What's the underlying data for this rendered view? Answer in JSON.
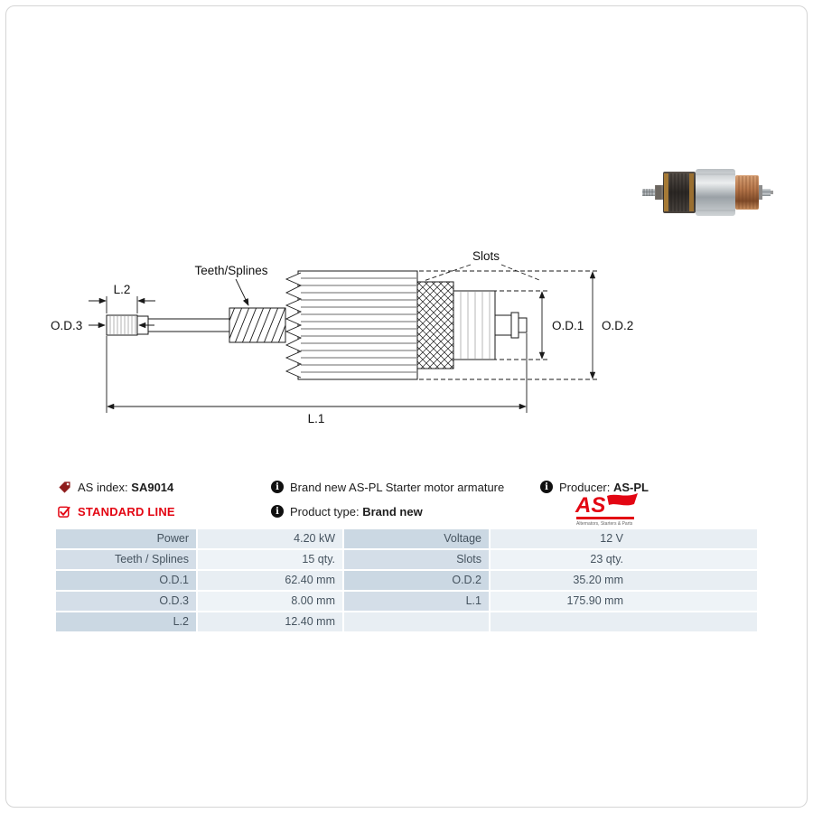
{
  "product": {
    "as_index_label": "AS index:",
    "as_index_value": "SA9014",
    "standard_line": "STANDARD LINE",
    "description": "Brand new AS-PL Starter motor armature",
    "product_type_label": "Product type:",
    "product_type_value": "Brand new",
    "producer_label": "Producer:",
    "producer_value": "AS-PL"
  },
  "icons": {
    "info_glyph": "i"
  },
  "logo": {
    "text": "AS",
    "tagline": "Alternators, Starters & Parts"
  },
  "diagram": {
    "slots": "Slots",
    "teeth_splines": "Teeth/Splines",
    "l2": "L.2",
    "od3": "O.D.3",
    "od1": "O.D.1",
    "od2": "O.D.2",
    "l1": "L.1"
  },
  "spec_table": {
    "rows": [
      {
        "cells": [
          "Power",
          "4.20 kW",
          "Voltage",
          "12 V"
        ]
      },
      {
        "cells": [
          "Teeth / Splines",
          "15 qty.",
          "Slots",
          "23 qty."
        ]
      },
      {
        "cells": [
          "O.D.1",
          "62.40 mm",
          "O.D.2",
          "35.20 mm"
        ]
      },
      {
        "cells": [
          "O.D.3",
          "8.00 mm",
          "L.1",
          "175.90 mm"
        ]
      },
      {
        "cells": [
          "L.2",
          "12.40 mm",
          "",
          ""
        ]
      }
    ]
  }
}
